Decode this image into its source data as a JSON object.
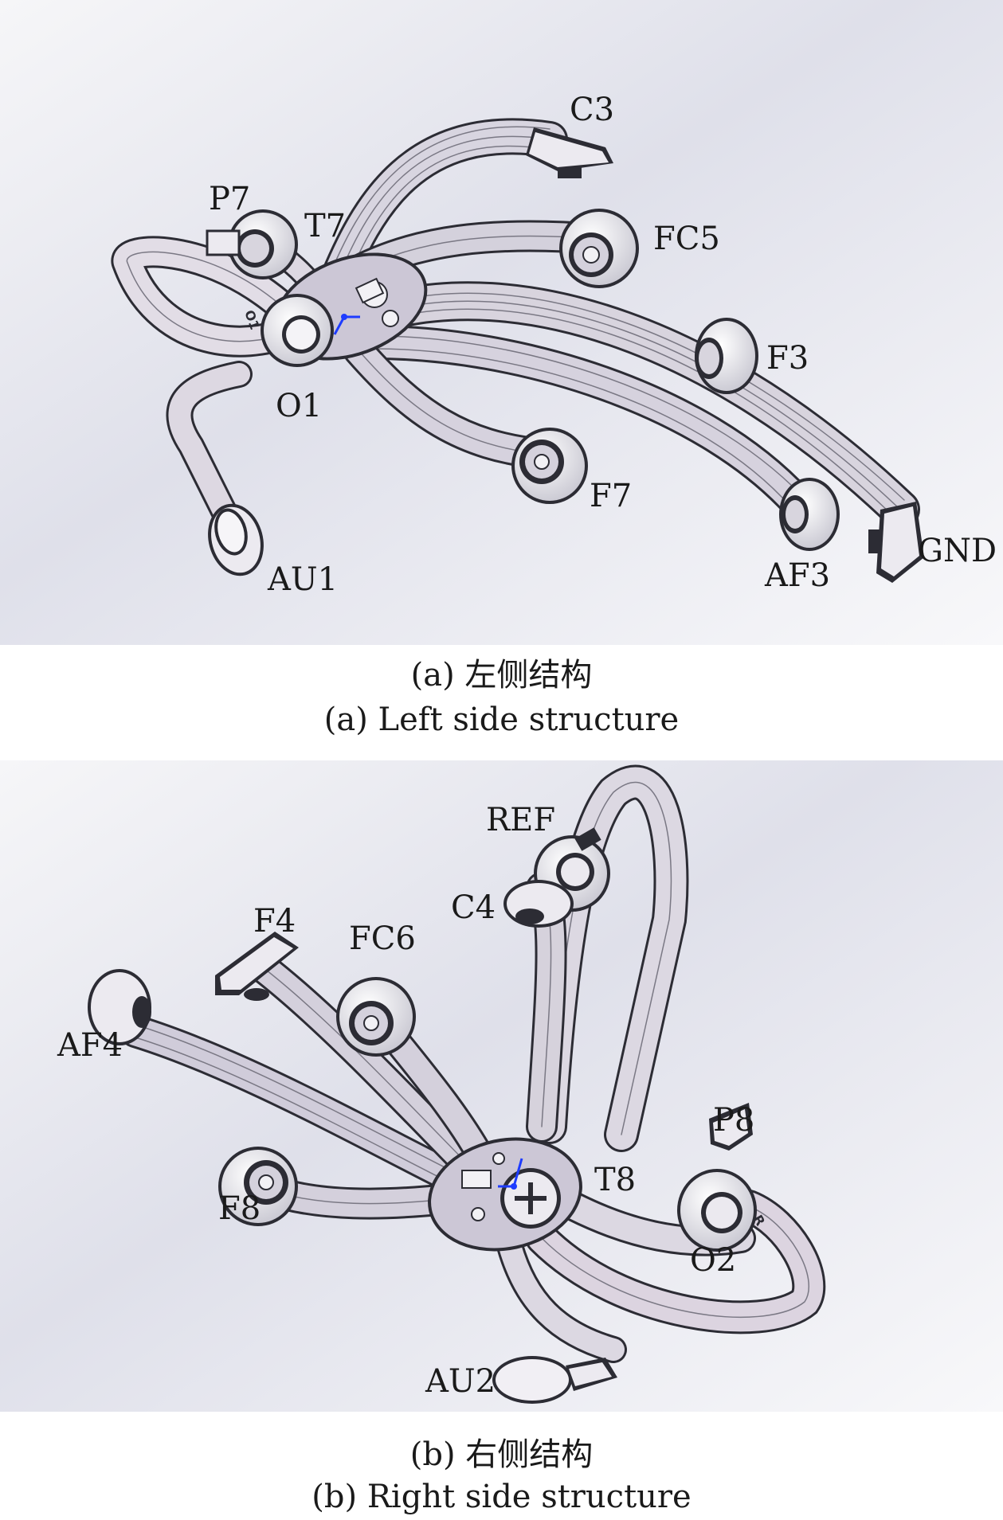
{
  "figure": {
    "panels": [
      {
        "caption_cn": "(a) 左侧结构",
        "caption_en": "(a) Left side structure",
        "electrodes": [
          "C3",
          "P7",
          "T7",
          "FC5",
          "F3",
          "O1",
          "F7",
          "GND",
          "AU1",
          "AF3"
        ],
        "module_marking": "O1"
      },
      {
        "caption_cn": "(b) 右侧结构",
        "caption_en": "(b) Right side structure",
        "electrodes": [
          "REF",
          "C4",
          "F4",
          "FC6",
          "AF4",
          "P8",
          "T8",
          "F8",
          "O2",
          "AU2"
        ],
        "module_marking": "R"
      }
    ]
  }
}
